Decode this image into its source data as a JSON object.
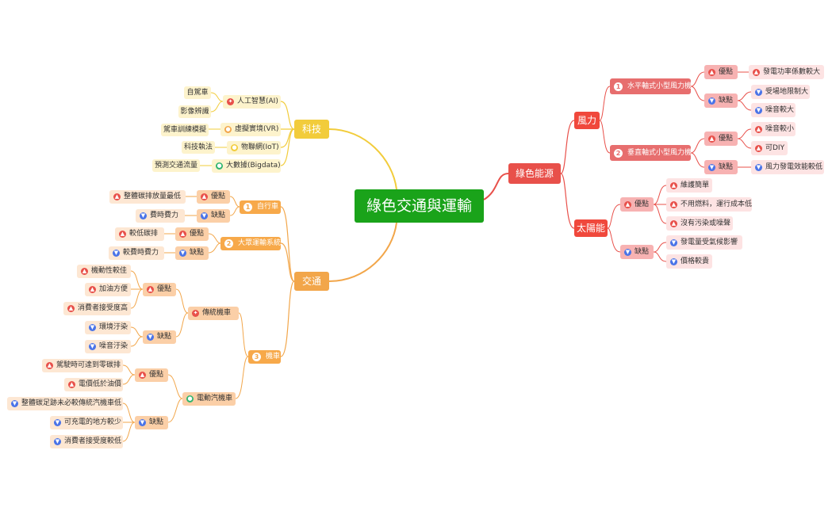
{
  "colors": {
    "root": "#1aa31a",
    "energy_line": "#e8504a",
    "tech_line": "#f2cc3b",
    "traffic_line": "#f2a64a",
    "thumb_up": "#e8504a",
    "thumb_down": "#4a74e8"
  },
  "mindmap": {
    "root": "綠色交通與運輸",
    "energy": {
      "label": "綠色能源",
      "wind": {
        "label": "風力",
        "horizontal": {
          "num": "1",
          "label": "水平軸式小型風力機",
          "pros_label": "優點",
          "pros": [
            "發電功率係數較大"
          ],
          "cons_label": "缺點",
          "cons": [
            "受場地限制大",
            "噪音較大"
          ]
        },
        "vertical": {
          "num": "2",
          "label": "垂直軸式小型風力機",
          "pros_label": "優點",
          "pros": [
            "噪音較小",
            "可DIY"
          ],
          "cons_label": "缺點",
          "cons": [
            "風力發電效能較低"
          ]
        }
      },
      "solar": {
        "label": "太陽能",
        "pros_label": "優點",
        "pros": [
          "維護簡單",
          "不用燃料，運行成本低",
          "沒有污染或噪聲"
        ],
        "cons_label": "缺點",
        "cons": [
          "發電量受氣候影響",
          "價格較貴"
        ]
      }
    },
    "tech": {
      "label": "科技",
      "ai": {
        "label": "人工智慧(AI)",
        "items": [
          "自駕車",
          "影像辨識"
        ]
      },
      "vr": {
        "label": "虛擬實境(VR)",
        "items": [
          "駕車訓練模擬"
        ]
      },
      "iot": {
        "label": "物聯網(IoT)",
        "items": [
          "科技執法"
        ]
      },
      "bigdata": {
        "label": "大數據(Bigdata)",
        "items": [
          "預測交通流量"
        ]
      }
    },
    "traffic": {
      "label": "交通",
      "bike": {
        "num": "1",
        "label": "自行車",
        "pros_label": "優點",
        "pros": [
          "整體碳排放量最低"
        ],
        "cons_label": "缺點",
        "cons": [
          "費時費力"
        ]
      },
      "mass": {
        "num": "2",
        "label": "大眾運輸系統",
        "pros_label": "優點",
        "pros": [
          "較低碳排"
        ],
        "cons_label": "缺點",
        "cons": [
          "較費時費力"
        ]
      },
      "moto": {
        "num": "3",
        "label": "機車",
        "traditional": {
          "label": "傳統機車",
          "pros_label": "優點",
          "pros": [
            "機動性較佳",
            "加油方便",
            "消費者接受度高"
          ],
          "cons_label": "缺點",
          "cons": [
            "環境汙染",
            "噪音汙染"
          ]
        },
        "electric": {
          "label": "電動汽機車",
          "pros_label": "優點",
          "pros": [
            "駕駛時可達到零碳排",
            "電價低於油價"
          ],
          "cons_label": "缺點",
          "cons": [
            "整體碳足跡未必較傳統汽機車低",
            "可充電的地方較少",
            "消費者接受度較低"
          ]
        }
      }
    }
  }
}
